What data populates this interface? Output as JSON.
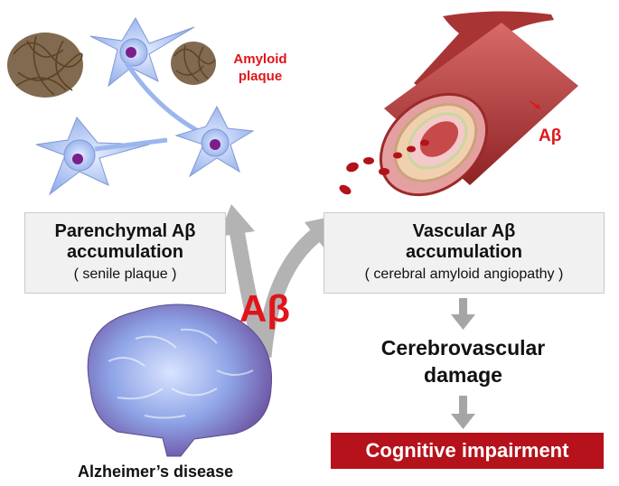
{
  "labels": {
    "amyloid_plaque_line1": "Amyloid",
    "amyloid_plaque_line2": "plaque",
    "abeta_vessel": "Aβ",
    "abeta_center": "Aβ",
    "alzheimers": "Alzheimer’s disease",
    "cerebrovascular_line1": "Cerebrovascular",
    "cerebrovascular_line2": "damage",
    "cognitive": "Cognitive impairment"
  },
  "boxes": {
    "parenchymal": {
      "title_line1": "Parenchymal Aβ",
      "title_line2": "accumulation",
      "subtitle": "( senile plaque )"
    },
    "vascular": {
      "title_line1": "Vascular Aβ",
      "title_line2": "accumulation",
      "subtitle": "( cerebral amyloid angiopathy )"
    }
  },
  "colors": {
    "accent_red": "#e0151b",
    "cognitive_bg": "#b5121b",
    "box_bg": "#f1f1f1",
    "arrow_gray": "#b3b3b3",
    "neuron_blue": "#9bb6ee",
    "plaque_brown": "#5a4322",
    "vessel_red": "#b83a3a"
  },
  "icons": [
    "neuron-icon",
    "amyloid-plaque-icon",
    "blood-vessel-icon",
    "red-blood-cell-icon",
    "brain-icon"
  ]
}
